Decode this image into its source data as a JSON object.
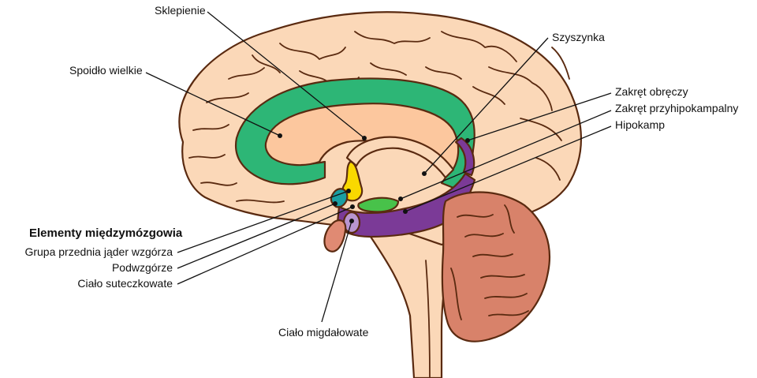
{
  "colors": {
    "brain_fill": "#fbd8b8",
    "outline": "#5a2a10",
    "cingulate_green": "#2db676",
    "hippocampus_purple": "#7b3a97",
    "fornix_yellow": "#f9d800",
    "thalamus_teal": "#1a9ea2",
    "hypothalamus_green": "#48c24a",
    "cerebellum": "#d8826a",
    "amygdala_inner": "#b995d0"
  },
  "labels": {
    "fornix": "Sklepienie",
    "corpus_callosum": "Spoidło wielkie",
    "pineal": "Szyszynka",
    "cingulate_gyrus": "Zakręt obręczy",
    "parahippocampal_gyrus": "Zakręt przyhipokampalny",
    "hippocampus": "Hipokamp",
    "diencephalon_heading": "Elementy międzymózgowia",
    "anterior_thalamic_nuclei": "Grupa przednia jąder wzgórza",
    "hypothalamus": "Podwzgórze",
    "mammillary_body": "Ciało suteczkowate",
    "amygdala": "Ciało migdałowate"
  }
}
